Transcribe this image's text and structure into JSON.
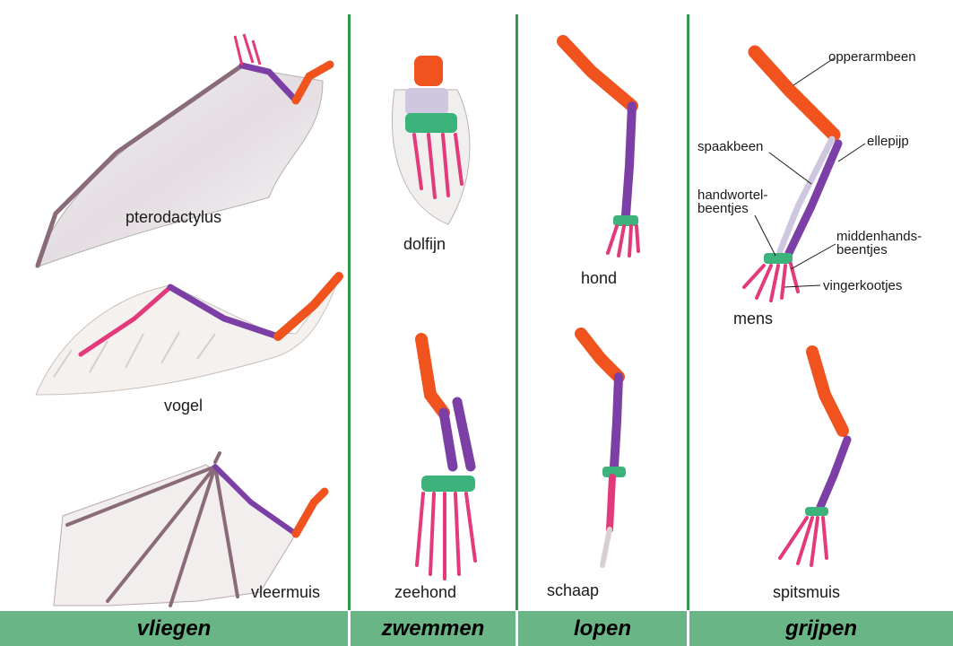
{
  "categories": {
    "flying": "vliegen",
    "swimming": "zwemmen",
    "walking": "lopen",
    "grasping": "grijpen"
  },
  "animals": {
    "pterodactylus": "pterodactylus",
    "vogel": "vogel",
    "vleermuis": "vleermuis",
    "dolfijn": "dolfijn",
    "zeehond": "zeehond",
    "hond": "hond",
    "schaap": "schaap",
    "mens": "mens",
    "spitsmuis": "spitsmuis"
  },
  "bone_labels": {
    "opperarmbeen": "opperarmbeen",
    "spaakbeen": "spaakbeen",
    "ellepijp": "ellepijp",
    "handwortelbeentjes": "handwortel-\nbeentjes",
    "middenhandsbeentjes": "middenhands-\nbeentjes",
    "vingerkootjes": "vingerkootjes"
  },
  "colors": {
    "humerus": "#f0531e",
    "radius_ulna": "#7b3fa6",
    "carpals": "#3cb37a",
    "metacarpals": "#e23a7a",
    "divider": "#2e9a4a",
    "footer": "#6ab585"
  }
}
